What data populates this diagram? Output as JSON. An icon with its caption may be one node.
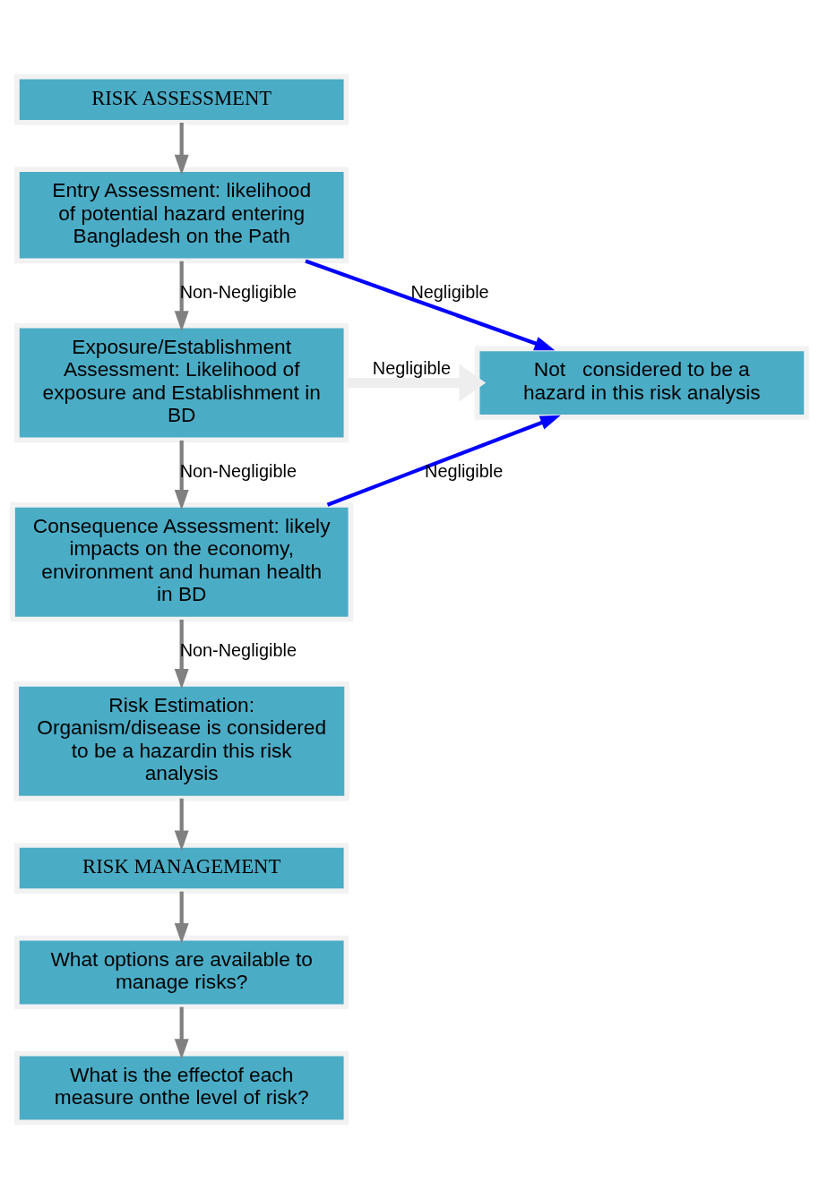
{
  "diagram": {
    "nodes": [
      {
        "text": [
          "RISK ASSESSMENT"
        ]
      },
      {
        "text": [
          "Entry Assessment: likelihood of potential hazard entering Bangladesh on the Path"
        ]
      },
      {
        "text": [
          "Exposure/Establishment Assessment: Likelihood of exposure and Establishment in BD"
        ]
      },
      {
        "text": [
          "Consequence Assessment: likely impacts on the economy, environment and human health in BD"
        ]
      },
      {
        "text": [
          "Risk Estimation: Organism/disease is considered to be a hazardin this risk analysis"
        ]
      },
      {
        "text": [
          "RISK MANAGEMENT"
        ]
      },
      {
        "text": [
          "What options are available to manage risks?"
        ]
      },
      {
        "text": [
          "What is the effectof each measure onthe level of risk?"
        ]
      },
      {
        "text": [
          "Not   considered to be a hazard in this risk analysis"
        ]
      }
    ],
    "edges": [
      {
        "from": 0,
        "to": 1,
        "arrow": "to"
      },
      {
        "from": 1,
        "to": 2,
        "arrow": "to",
        "label": "Non-Negligible"
      },
      {
        "from": 2,
        "to": 3,
        "arrow": "to",
        "label": "Non-Negligible"
      },
      {
        "from": 3,
        "to": 4,
        "arrow": "to",
        "label": "Non-Negligible"
      },
      {
        "from": 4,
        "to": 5,
        "arrow": "to"
      },
      {
        "from": 5,
        "to": 6,
        "arrow": "to"
      },
      {
        "from": 6,
        "to": 7,
        "arrow": "to"
      },
      {
        "from": 1,
        "to": 8,
        "arrow": "to",
        "label": "Negligible",
        "color": "#0000ff"
      },
      {
        "from": 2,
        "to": 8,
        "arrow": "to",
        "label": "Negligible",
        "color": "#eeeeee",
        "style": "thick"
      },
      {
        "from": 3,
        "to": 8,
        "arrow": "to",
        "label": "Negligible",
        "color": "#0000ff"
      }
    ]
  }
}
